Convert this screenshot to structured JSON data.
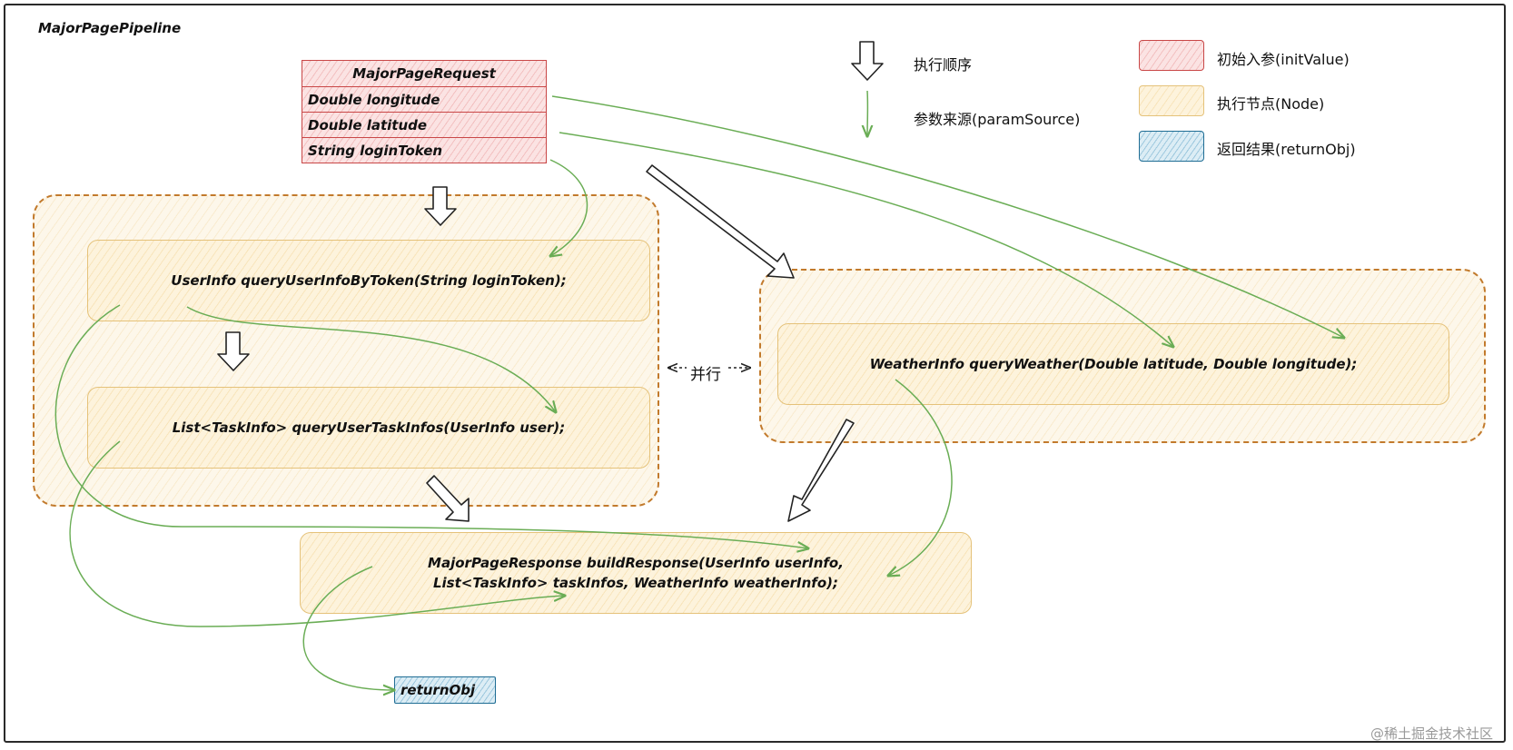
{
  "title": "MajorPagePipeline",
  "request": {
    "header": "MajorPageRequest",
    "fields": [
      "Double longitude",
      "Double latitude",
      "String loginToken"
    ]
  },
  "nodes": {
    "query_user": "UserInfo queryUserInfoByToken(String loginToken);",
    "query_tasks": "List<TaskInfo> queryUserTaskInfos(UserInfo user);",
    "query_weather": "WeatherInfo queryWeather(Double latitude, Double longitude);",
    "build_response": "MajorPageResponse buildResponse(UserInfo userInfo,\nList<TaskInfo> taskInfos, WeatherInfo weatherInfo);"
  },
  "parallel_label": "并行",
  "return_label": "returnObj",
  "legend": {
    "exec_order": "执行顺序",
    "param_source": "参数来源(paramSource)",
    "init_value": "初始入参(initValue)",
    "exec_node": "执行节点(Node)",
    "return_obj": "返回结果(returnObj)"
  },
  "watermark": "@稀土掘金技术社区",
  "colors": {
    "init_value": "#c94747",
    "node": "#e5c27a",
    "group_border": "#c27a2c",
    "return": "#1f6d94",
    "param_arrow": "#6aad55"
  }
}
